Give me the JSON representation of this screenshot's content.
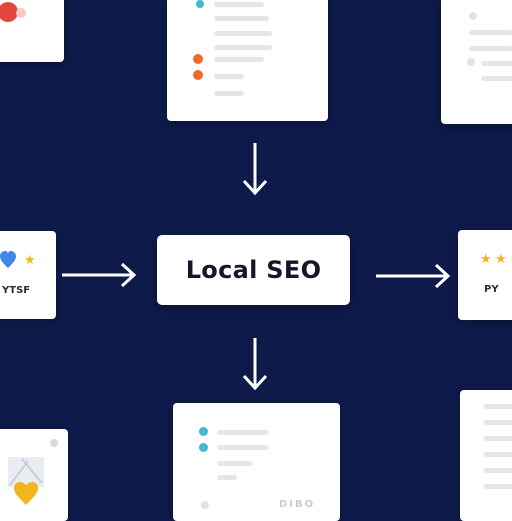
{
  "center": {
    "label": "Local SEO"
  },
  "left_card": {
    "text": "YTSF"
  },
  "right_card": {
    "text": "PY"
  },
  "bottom_center_card": {
    "text": "DIBO"
  },
  "colors": {
    "background": "#0e1a4a",
    "card": "#ffffff",
    "teal": "#3fb8d0",
    "orange": "#f06a2a",
    "star": "#f2b51c",
    "blue": "#3f86e8",
    "red": "#e2473e"
  },
  "icons": [
    "arrow-down-icon",
    "arrow-right-icon",
    "star-icon",
    "map-pin-icon",
    "location-heart-icon"
  ]
}
